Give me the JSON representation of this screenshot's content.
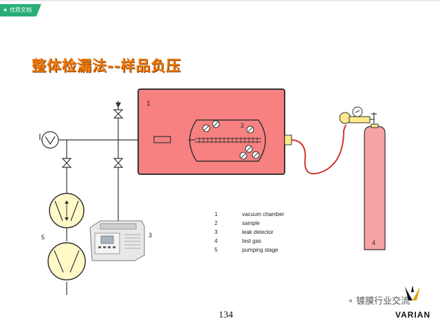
{
  "header": {
    "badge_label": "优质文档",
    "badge_color": "#27ae76",
    "badge_icon": "star-icon"
  },
  "title": "整体检漏法--样品负压",
  "diagram": {
    "chamber_label": "1",
    "sample_label": "2",
    "detector_label": "3",
    "gas_bottle_label": "4",
    "pumping_stage_label": "5",
    "chamber_color": "#f78080",
    "gas_bottle_color": "#f5a3a3"
  },
  "legend": [
    {
      "num": "1",
      "label": "vacuum chamber"
    },
    {
      "num": "2",
      "label": "sample"
    },
    {
      "num": "3",
      "label": "leak detector"
    },
    {
      "num": "4",
      "label": "test gas"
    },
    {
      "num": "5",
      "label": "pumping stage"
    }
  ],
  "page_number": "134",
  "watermark": {
    "icon": "wechat-icon",
    "text": "镀膜行业交流"
  },
  "brand": {
    "name": "VARIAN",
    "logo_icon": "varian-logo-icon"
  }
}
